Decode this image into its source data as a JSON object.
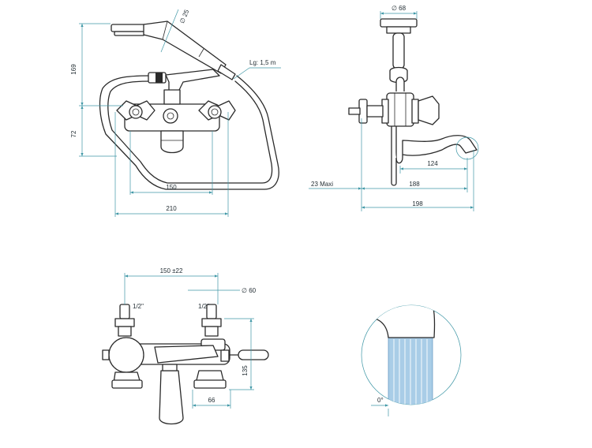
{
  "dimensions": {
    "d_25": "∅ 25",
    "d_169": "169",
    "d_lg": "Lg: 1,5 m",
    "d_72": "72",
    "d_150_top": "150",
    "d_210": "210",
    "d_68": "∅ 68",
    "d_124": "124",
    "d_23maxi": "23 Maxi",
    "d_188": "188",
    "d_198": "198",
    "d_150_22": "150 ±22",
    "d_60": "∅ 60",
    "d_half_left": "1/2\"",
    "d_half_right": "1/2\"",
    "d_135": "135",
    "d_66": "66",
    "d_angle": "0°"
  },
  "colors": {
    "dimension_lines": "#3f97a6",
    "outline": "#2a2a2a",
    "water": "#a9cde7"
  }
}
